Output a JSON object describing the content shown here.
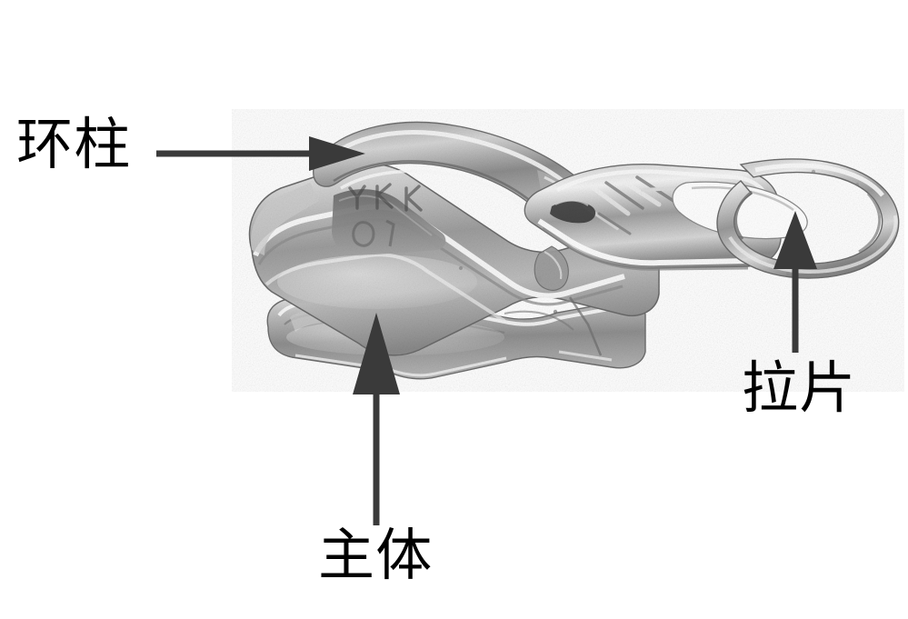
{
  "figure": {
    "type": "labeled-photograph",
    "subject": "zipper-slider",
    "background_color": "#ffffff",
    "text_color": "#000000",
    "arrow_color": "#333333",
    "metal_light": "#e8e8e8",
    "metal_mid": "#a8a8a8",
    "metal_dark": "#6e6e6e",
    "brand_mark": "YKK"
  },
  "labels": [
    {
      "id": "ring-post",
      "text": "环柱",
      "arrow": "horizontal-right",
      "position": "left"
    },
    {
      "id": "pull-tab",
      "text": "拉片",
      "arrow": "vertical-up",
      "position": "right"
    },
    {
      "id": "body",
      "text": "主体",
      "arrow": "vertical-up",
      "position": "bottom"
    }
  ],
  "callouts": {
    "ring_post_label": "环柱",
    "pull_tab_label": "拉片",
    "body_label": "主体"
  }
}
